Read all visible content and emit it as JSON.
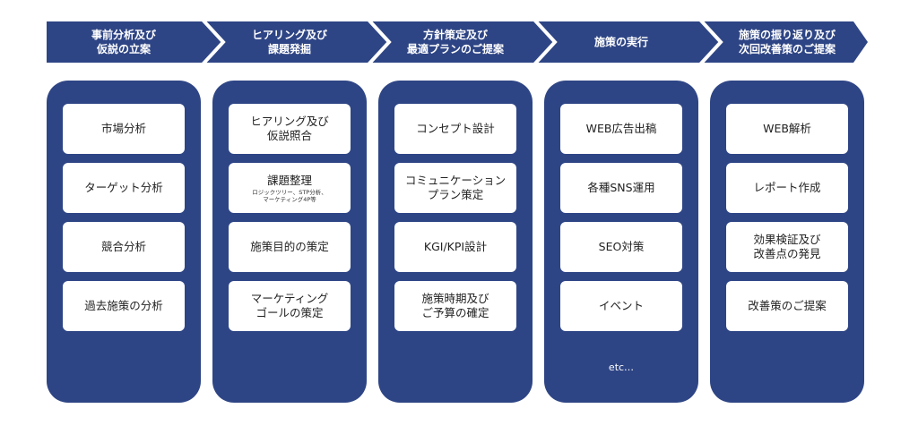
{
  "steps": [
    {
      "title": "事前分析及び\n仮説の立案",
      "items": [
        {
          "label": "市場分析"
        },
        {
          "label": "ターゲット分析"
        },
        {
          "label": "競合分析"
        },
        {
          "label": "過去施策の分析"
        }
      ]
    },
    {
      "title": "ヒアリング及び\n課題発掘",
      "items": [
        {
          "label": "ヒアリング及び\n仮説照合"
        },
        {
          "label": "課題整理",
          "sub": "ロジックツリー、STP分析、\nマーケティング4P等"
        },
        {
          "label": "施策目的の策定"
        },
        {
          "label": "マーケティング\nゴールの策定"
        }
      ]
    },
    {
      "title": "方針策定及び\n最適プランのご提案",
      "items": [
        {
          "label": "コンセプト設計"
        },
        {
          "label": "コミュニケーション\nプラン策定"
        },
        {
          "label": "KGI/KPI設計"
        },
        {
          "label": "施策時期及び\nご予算の確定"
        }
      ]
    },
    {
      "title": "施策の実行",
      "items": [
        {
          "label": "WEB広告出稿"
        },
        {
          "label": "各種SNS運用"
        },
        {
          "label": "SEO対策"
        },
        {
          "label": "イベント"
        }
      ],
      "etc": "etc…"
    },
    {
      "title": "施策の振り返り及び\n次回改善策のご提案",
      "items": [
        {
          "label": "WEB解析"
        },
        {
          "label": "レポート作成"
        },
        {
          "label": "効果検証及び\n改善点の発見"
        },
        {
          "label": "改善策のご提案"
        }
      ]
    }
  ],
  "colors": {
    "primary": "#2e4585",
    "card": "#ffffff",
    "separator": "#ffffff"
  }
}
